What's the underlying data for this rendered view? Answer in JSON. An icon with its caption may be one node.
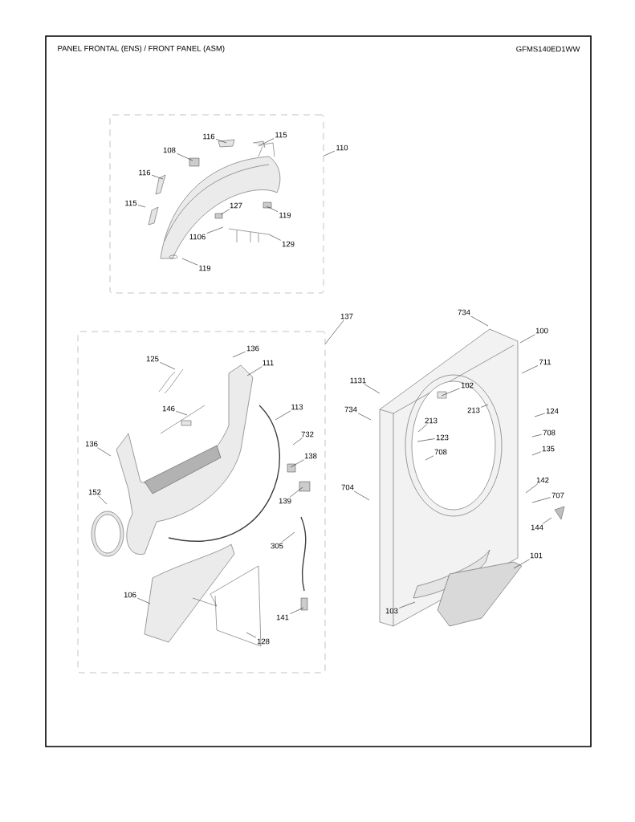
{
  "diagram": {
    "title": "PANEL FRONTAL (ENS) / FRONT PANEL (ASM)",
    "nodes": [
      {
        "text": [],
        "shape": "box"
      },
      {
        "text": [
          "116"
        ],
        "in": 0
      },
      {
        "text": [
          "115"
        ],
        "in": 0
      },
      {
        "text": [
          "108"
        ],
        "in": 0
      },
      {
        "text": [
          "116"
        ],
        "in": 0
      },
      {
        "text": [
          "115"
        ],
        "in": 0
      },
      {
        "text": [
          "127"
        ],
        "in": 0
      },
      {
        "text": [
          "119"
        ],
        "in": 0
      },
      {
        "text": [
          "1106"
        ],
        "in": 0
      },
      {
        "text": [
          "129"
        ],
        "in": 0
      },
      {
        "text": [
          "119"
        ],
        "in": 0
      },
      {
        "text": [
          "110"
        ]
      },
      {
        "text": [],
        "shape": "box"
      },
      {
        "text": [
          "125"
        ],
        "in": 12
      },
      {
        "text": [
          "136"
        ],
        "in": 12
      },
      {
        "text": [
          "111"
        ],
        "in": 12
      },
      {
        "text": [
          "146"
        ],
        "in": 12
      },
      {
        "text": [
          "113"
        ],
        "in": 12
      },
      {
        "text": [
          "732"
        ],
        "in": 12
      },
      {
        "text": [
          "136"
        ],
        "in": 12
      },
      {
        "text": [
          "138"
        ],
        "in": 12
      },
      {
        "text": [
          "152"
        ],
        "in": 12
      },
      {
        "text": [
          "139"
        ],
        "in": 12
      },
      {
        "text": [
          "305"
        ],
        "in": 12
      },
      {
        "text": [
          "106"
        ],
        "in": 12
      },
      {
        "text": [
          "141"
        ],
        "in": 12
      },
      {
        "text": [
          "128"
        ],
        "in": 12
      },
      {
        "text": [
          "137"
        ]
      },
      {
        "text": [
          "734"
        ]
      },
      {
        "text": [
          "100"
        ]
      },
      {
        "text": [
          "711"
        ]
      },
      {
        "text": [
          "1131"
        ]
      },
      {
        "text": [
          "102"
        ]
      },
      {
        "text": [
          "734"
        ]
      },
      {
        "text": [
          "213"
        ]
      },
      {
        "text": [
          "124"
        ]
      },
      {
        "text": [
          "213"
        ]
      },
      {
        "text": [
          "123"
        ]
      },
      {
        "text": [
          "708"
        ]
      },
      {
        "text": [
          "708"
        ]
      },
      {
        "text": [
          "135"
        ]
      },
      {
        "text": [
          "704"
        ]
      },
      {
        "text": [
          "142"
        ]
      },
      {
        "text": [
          "707"
        ]
      },
      {
        "text": [
          "144"
        ]
      },
      {
        "text": [
          "101"
        ]
      },
      {
        "text": [
          "103"
        ]
      }
    ],
    "edges": [
      {
        "from": 1,
        "to": null,
        "arrow": "none"
      },
      {
        "from": 2,
        "to": null,
        "arrow": "none"
      },
      {
        "from": 3,
        "to": null,
        "arrow": "none"
      },
      {
        "from": 4,
        "to": null,
        "arrow": "none"
      },
      {
        "from": 5,
        "to": null,
        "arrow": "none"
      },
      {
        "from": 6,
        "to": null,
        "arrow": "none"
      },
      {
        "from": 7,
        "to": null,
        "arrow": "none"
      },
      {
        "from": 8,
        "to": null,
        "arrow": "none"
      },
      {
        "from": 9,
        "to": null,
        "arrow": "none"
      },
      {
        "from": 10,
        "to": null,
        "arrow": "none"
      },
      {
        "from": 11,
        "to": 0,
        "arrow": "none"
      },
      {
        "from": 13,
        "to": null,
        "arrow": "none"
      },
      {
        "from": 14,
        "to": null,
        "arrow": "none"
      },
      {
        "from": 15,
        "to": null,
        "arrow": "none"
      },
      {
        "from": 16,
        "to": null,
        "arrow": "none"
      },
      {
        "from": 17,
        "to": null,
        "arrow": "none"
      },
      {
        "from": 18,
        "to": null,
        "arrow": "none"
      },
      {
        "from": 19,
        "to": null,
        "arrow": "none"
      },
      {
        "from": 20,
        "to": null,
        "arrow": "none"
      },
      {
        "from": 21,
        "to": null,
        "arrow": "none"
      },
      {
        "from": 22,
        "to": null,
        "arrow": "none"
      },
      {
        "from": 23,
        "to": null,
        "arrow": "none"
      },
      {
        "from": 24,
        "to": null,
        "arrow": "none"
      },
      {
        "from": 25,
        "to": null,
        "arrow": "none"
      },
      {
        "from": 26,
        "to": null,
        "arrow": "none"
      },
      {
        "from": 27,
        "to": 12,
        "arrow": "none"
      },
      {
        "from": 28,
        "to": null,
        "arrow": "none"
      },
      {
        "from": 29,
        "to": null,
        "arrow": "none"
      },
      {
        "from": 30,
        "to": null,
        "arrow": "none"
      },
      {
        "from": 31,
        "to": null,
        "arrow": "none"
      },
      {
        "from": 32,
        "to": null,
        "arrow": "none"
      },
      {
        "from": 33,
        "to": null,
        "arrow": "none"
      },
      {
        "from": 34,
        "to": null,
        "arrow": "none"
      },
      {
        "from": 35,
        "to": null,
        "arrow": "none"
      },
      {
        "from": 36,
        "to": null,
        "arrow": "none"
      },
      {
        "from": 37,
        "to": null,
        "arrow": "none"
      },
      {
        "from": 38,
        "to": null,
        "arrow": "none"
      },
      {
        "from": 39,
        "to": null,
        "arrow": "none"
      },
      {
        "from": 40,
        "to": null,
        "arrow": "none"
      },
      {
        "from": 41,
        "to": null,
        "arrow": "none"
      },
      {
        "from": 42,
        "to": null,
        "arrow": "none"
      },
      {
        "from": 43,
        "to": null,
        "arrow": "none"
      },
      {
        "from": 44,
        "to": null,
        "arrow": "none"
      },
      {
        "from": 45,
        "to": null,
        "arrow": "none"
      },
      {
        "from": 46,
        "to": null,
        "arrow": "none"
      }
    ],
    "labels": [
      "GFMS140ED1WW"
    ]
  }
}
